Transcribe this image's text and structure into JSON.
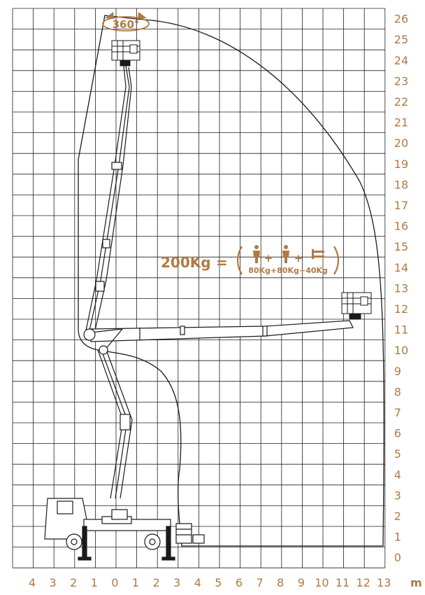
{
  "diagram": {
    "y_axis_labels": [
      "0",
      "1",
      "2",
      "3",
      "4",
      "5",
      "6",
      "7",
      "8",
      "9",
      "10",
      "11",
      "12",
      "13",
      "14",
      "15",
      "16",
      "17",
      "18",
      "19",
      "20",
      "21",
      "22",
      "23",
      "24",
      "25",
      "26"
    ],
    "x_axis_labels": [
      "4",
      "3",
      "2",
      "1",
      "0",
      "1",
      "2",
      "3",
      "4",
      "5",
      "6",
      "7",
      "8",
      "9",
      "10",
      "11",
      "12",
      "13"
    ],
    "x_unit": "m",
    "rotation_label": "360°",
    "load": {
      "total": "200Kg",
      "equals": "=",
      "breakdown": "80Kg+80Kg+40Kg",
      "plus": "+"
    },
    "colors": {
      "accent": "#b07a43",
      "grid": "#1f1f1f",
      "machine": "#1a1a1a"
    }
  }
}
